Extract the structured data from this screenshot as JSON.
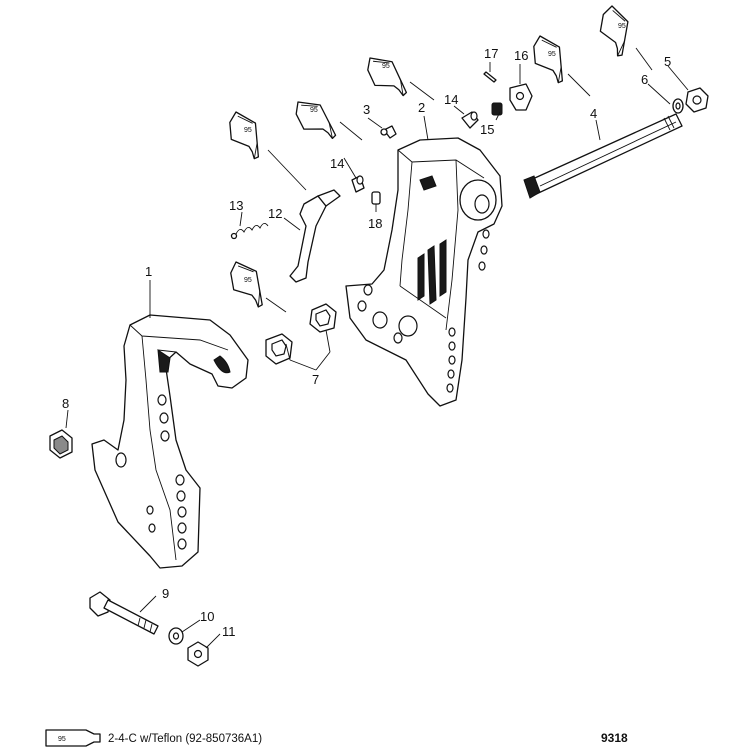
{
  "callouts": {
    "c1": "1",
    "c2": "2",
    "c3": "3",
    "c4": "4",
    "c5": "5",
    "c6": "6",
    "c7": "7",
    "c8": "8",
    "c9": "9",
    "c10": "10",
    "c11": "11",
    "c12": "12",
    "c13": "13",
    "c14a": "14",
    "c14b": "14",
    "c15": "15",
    "c16": "16",
    "c17": "17",
    "c18": "18"
  },
  "lubricant": {
    "tube_label": "95",
    "legend_text": "2-4-C w/Teflon (92-850736A1)"
  },
  "figure_number": "9318"
}
